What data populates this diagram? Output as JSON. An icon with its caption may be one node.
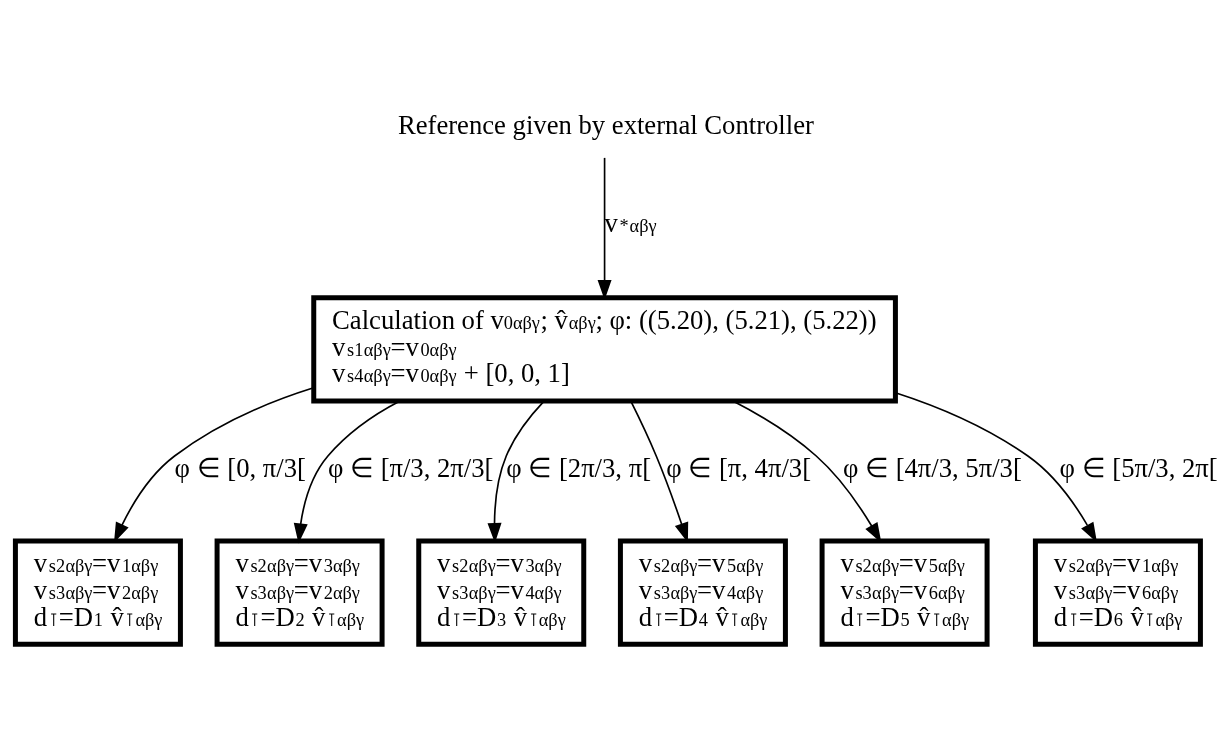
{
  "diagram": {
    "nodes": [
      {
        "text": [
          "Reference given by external Controller"
        ]
      },
      {
        "text": [
          "Calculation of v$_{0αβγ}$; v̂$_{αβγ}$; φ: ((5.20), (5.21), (5.22))",
          "v$^{s1}$$_{αβγ}$=v$_{0αβγ}$",
          "v$^{s4}$$_{αβγ}$=v$_{0αβγ}$ + [0, 0, 1]"
        ]
      },
      {
        "text": [
          "v$^{s2}$$_{αβγ}$=v$_{1αβγ}$",
          "v$^{s3}$$_{αβγ}$=v$_{2αβγ}$",
          "d$^{⊺}$=D$_{1}$ v̂$^{⊺}$$_{αβγ}$"
        ]
      },
      {
        "text": [
          "v$^{s2}$$_{αβγ}$=v$_{3αβγ}$",
          "v$^{s3}$$_{αβγ}$=v$_{2αβγ}$",
          "d$^{⊺}$=D$_{2}$ v̂$^{⊺}$$_{αβγ}$"
        ]
      },
      {
        "text": [
          "v$^{s2}$$_{αβγ}$=v$_{3αβγ}$",
          "v$^{s3}$$_{αβγ}$=v$_{4αβγ}$",
          "d$^{⊺}$=D$_{3}$ v̂$^{⊺}$$_{αβγ}$"
        ]
      },
      {
        "text": [
          "v$^{s2}$$_{αβγ}$=v$_{5αβγ}$",
          "v$^{s3}$$_{αβγ}$=v$_{4αβγ}$",
          "d$^{⊺}$=D$_{4}$ v̂$^{⊺}$$_{αβγ}$"
        ]
      },
      {
        "text": [
          "v$^{s2}$$_{αβγ}$=v$_{5αβγ}$",
          "v$^{s3}$$_{αβγ}$=v$_{6αβγ}$",
          "d$^{⊺}$=D$_{5}$ v̂$^{⊺}$$_{αβγ}$"
        ]
      },
      {
        "text": [
          "v$^{s2}$$_{αβγ}$=v$_{1αβγ}$",
          "v$^{s3}$$_{αβγ}$=v$_{6αβγ}$",
          "d$^{⊺}$=D$_{6}$ v̂$^{⊺}$$_{αβγ}$"
        ]
      }
    ],
    "edges": [
      {
        "from": 0,
        "to": 1,
        "arrow": "to",
        "label": "v$^{*}$$_{αβγ}$"
      },
      {
        "from": 1,
        "to": 2,
        "arrow": "to",
        "label": "φ ∈ [0, π/3["
      },
      {
        "from": 1,
        "to": 3,
        "arrow": "to",
        "label": "φ ∈ [π/3, 2π/3["
      },
      {
        "from": 1,
        "to": 4,
        "arrow": "to",
        "label": "φ ∈ [2π/3, π["
      },
      {
        "from": 1,
        "to": 5,
        "arrow": "to",
        "label": "φ ∈ [π, 4π/3["
      },
      {
        "from": 1,
        "to": 6,
        "arrow": "to",
        "label": "φ ∈ [4π/3, 5π/3["
      },
      {
        "from": 1,
        "to": 7,
        "arrow": "to",
        "label": "φ ∈ [5π/3, 2π["
      }
    ]
  }
}
